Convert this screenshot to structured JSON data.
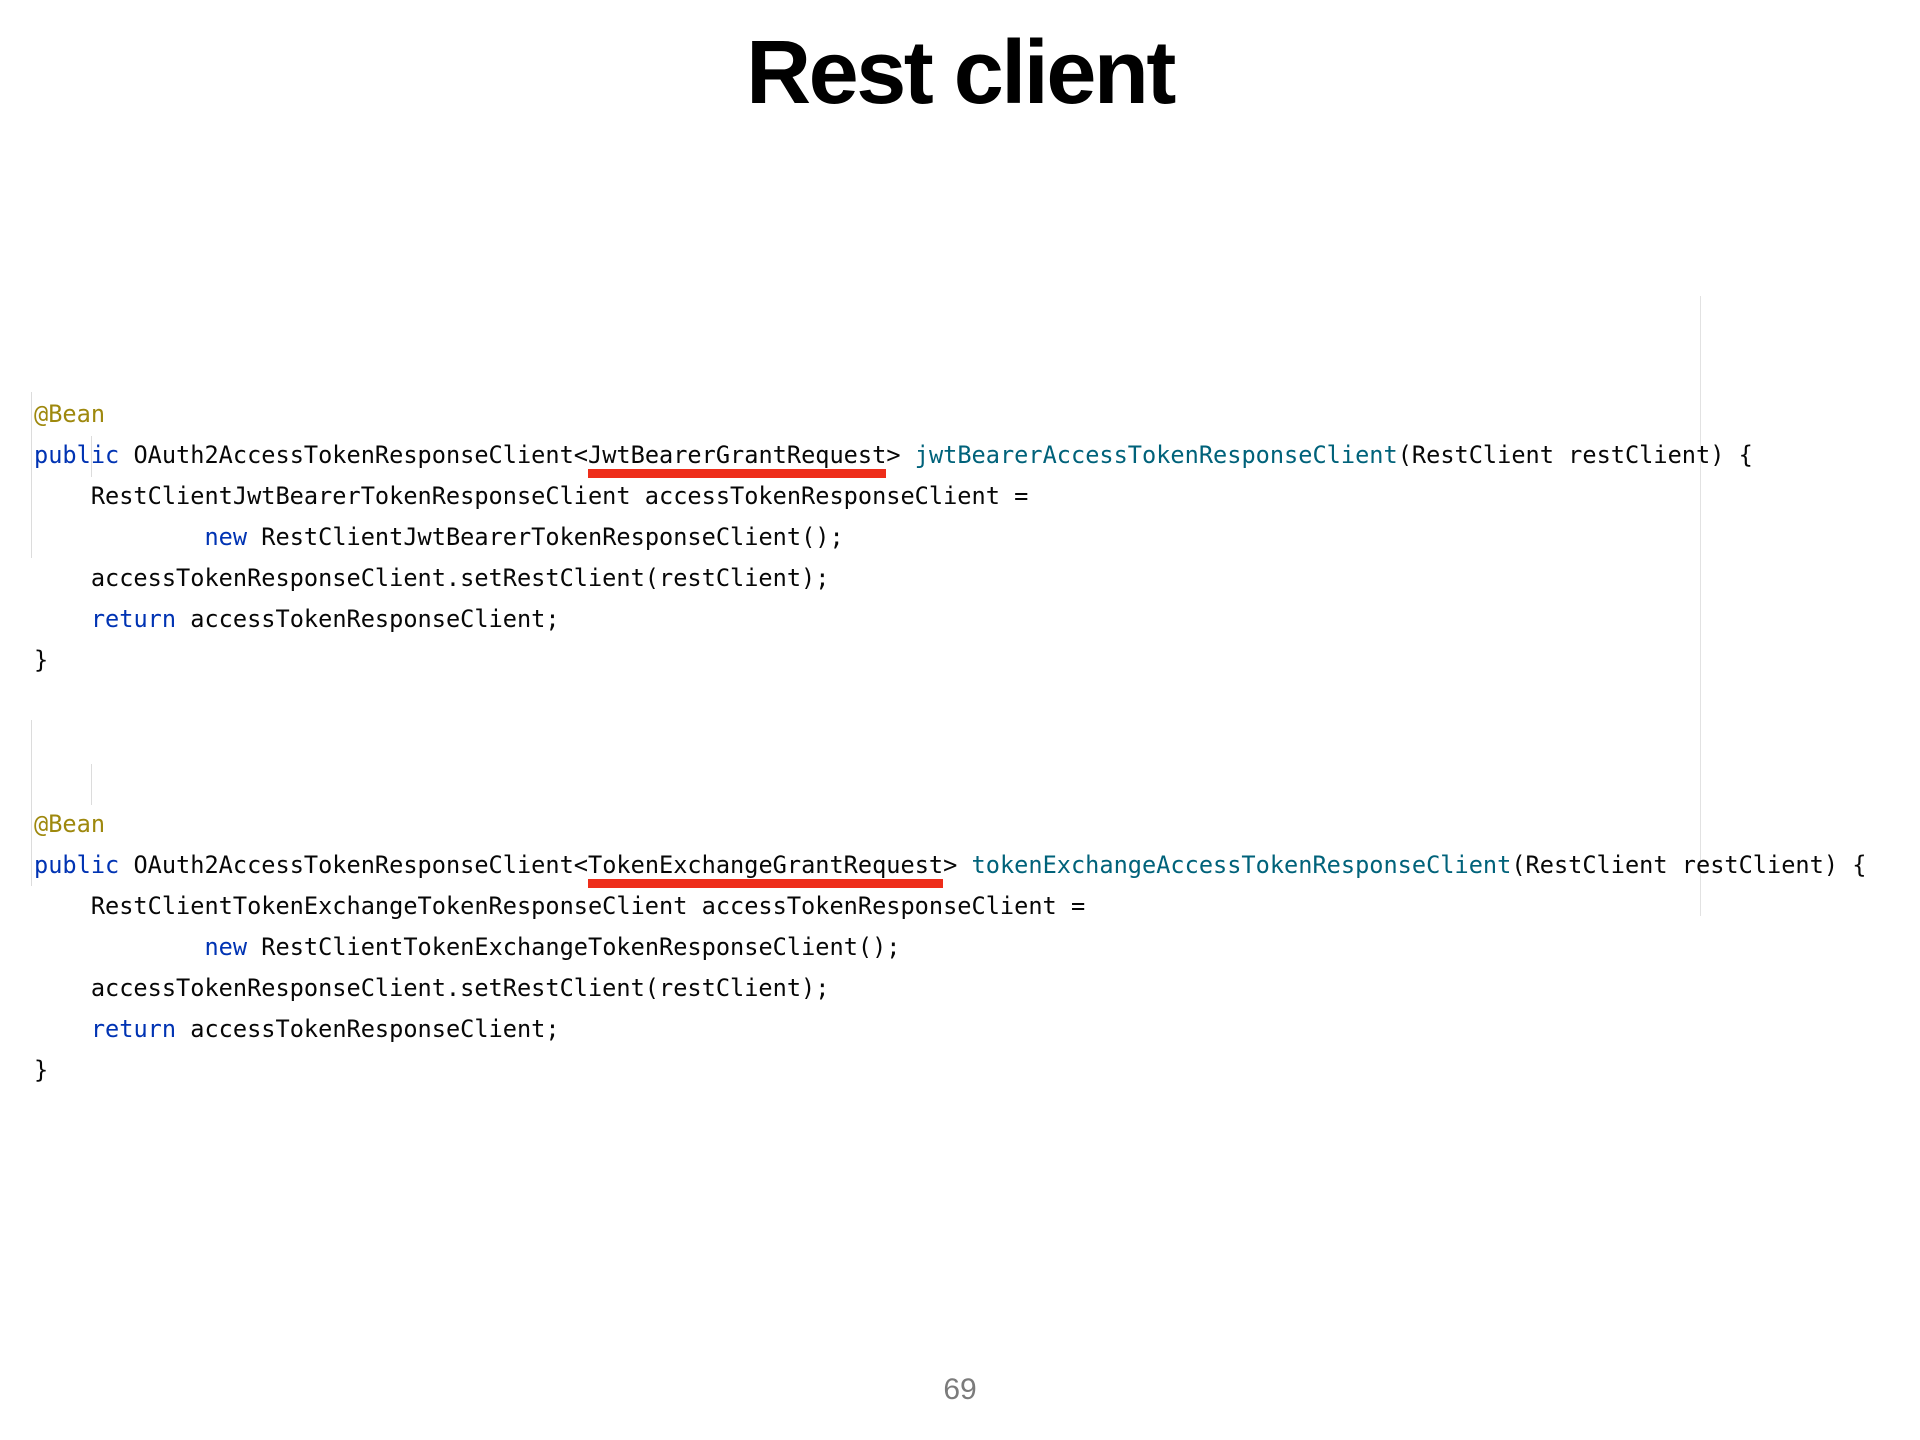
{
  "slide": {
    "title": "Rest client",
    "page_number": "69"
  },
  "colors": {
    "annotation": "#9E880D",
    "keyword": "#0033B3",
    "method_declaration": "#00627A",
    "code_text": "#070707",
    "error_underline_red": "#EE2D1A",
    "guide_line": "#DCDCDC",
    "page_number_gray": "#7B7B7B",
    "title_black": "#000000"
  },
  "code": {
    "language": "java",
    "blocks": [
      {
        "name": "jwt-bearer-bean",
        "lines": [
          {
            "tokens": [
              {
                "t": "@Bean",
                "c": "ann"
              }
            ]
          },
          {
            "tokens": [
              {
                "t": "public",
                "c": "kw"
              },
              {
                "t": " OAuth2AccessTokenResponseClient<"
              },
              {
                "t": "JwtBearerGrantRequest",
                "u": true
              },
              {
                "t": "> "
              },
              {
                "t": "jwtBearerAccessTokenResponseClient",
                "c": "fn"
              },
              {
                "t": "(RestClient restClient) {"
              }
            ]
          },
          {
            "tokens": [
              {
                "t": "    RestClientJwtBearerTokenResponseClient accessTokenResponseClient ="
              }
            ]
          },
          {
            "tokens": [
              {
                "t": "            "
              },
              {
                "t": "new",
                "c": "kw"
              },
              {
                "t": " RestClientJwtBearerTokenResponseClient();"
              }
            ]
          },
          {
            "tokens": [
              {
                "t": "    accessTokenResponseClient.setRestClient(restClient);"
              }
            ]
          },
          {
            "tokens": [
              {
                "t": "    "
              },
              {
                "t": "return",
                "c": "kw"
              },
              {
                "t": " accessTokenResponseClient;"
              }
            ]
          },
          {
            "tokens": [
              {
                "t": "}"
              }
            ]
          }
        ]
      },
      {
        "name": "token-exchange-bean",
        "lines": [
          {
            "tokens": [
              {
                "t": "@Bean",
                "c": "ann"
              }
            ]
          },
          {
            "tokens": [
              {
                "t": "public",
                "c": "kw"
              },
              {
                "t": " OAuth2AccessTokenResponseClient<"
              },
              {
                "t": "TokenExchangeGrantRequest",
                "u": true
              },
              {
                "t": "> "
              },
              {
                "t": "tokenExchangeAccessTokenResponseClient",
                "c": "fn"
              },
              {
                "t": "(RestClient restClient) {"
              }
            ]
          },
          {
            "tokens": [
              {
                "t": "    RestClientTokenExchangeTokenResponseClient accessTokenResponseClient ="
              }
            ]
          },
          {
            "tokens": [
              {
                "t": "            "
              },
              {
                "t": "new",
                "c": "kw"
              },
              {
                "t": " RestClientTokenExchangeTokenResponseClient();"
              }
            ]
          },
          {
            "tokens": [
              {
                "t": "    accessTokenResponseClient.setRestClient(restClient);"
              }
            ]
          },
          {
            "tokens": [
              {
                "t": "    "
              },
              {
                "t": "return",
                "c": "kw"
              },
              {
                "t": " accessTokenResponseClient;"
              }
            ]
          },
          {
            "tokens": [
              {
                "t": "}"
              }
            ]
          }
        ]
      }
    ]
  }
}
